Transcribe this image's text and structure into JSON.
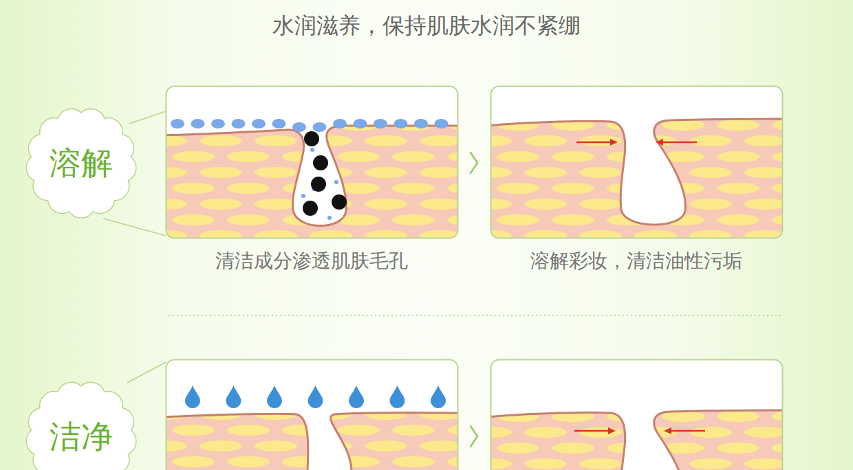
{
  "diagram": {
    "title": "水润滋养，保持肌肤水润不紧绷",
    "nodes": [
      {
        "text": [
          "溶解"
        ]
      },
      {
        "text": [
          "洁净"
        ]
      }
    ],
    "labels": [
      "清洁成分渗透肌肤毛孔",
      "溶解彩妆，清洁油性污垢"
    ]
  }
}
